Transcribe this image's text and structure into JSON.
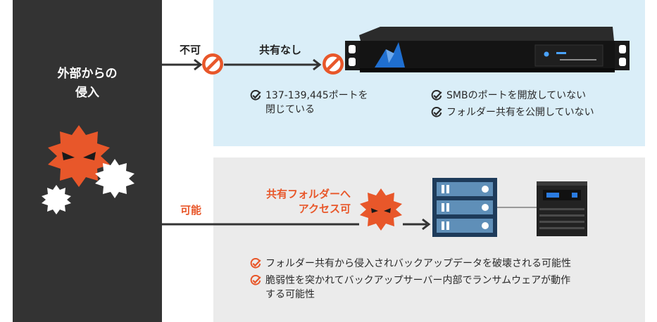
{
  "colors": {
    "dark": "#333333",
    "accent": "#e8572a",
    "blue_bg": "#daeef8",
    "gray_bg": "#ebebeb"
  },
  "left": {
    "title": "外部からの\n侵入"
  },
  "top": {
    "label_blocked": "不可",
    "label_no_share": "共有なし",
    "notes": [
      {
        "line1": "137-139,445ポートを",
        "line2": "閉じている"
      },
      {
        "line1": "SMBのポートを開放していない"
      },
      {
        "line1": "フォルダー共有を公開していない"
      }
    ]
  },
  "bottom": {
    "label_possible": "可能",
    "label_access_line1": "共有フォルダーへ",
    "label_access_line2": "アクセス可",
    "notes": [
      {
        "line1": "フォルダー共有から侵入されバックアップデータを破壊される可能性"
      },
      {
        "line1": "脆弱性を突かれてバックアップサーバー内部でランサムウェアが動作",
        "line2": "する可能性"
      }
    ]
  },
  "icons": [
    "virus-icon",
    "no-entry-icon",
    "server-appliance-icon",
    "server-rack-icon",
    "nas-icon",
    "check-icon"
  ]
}
